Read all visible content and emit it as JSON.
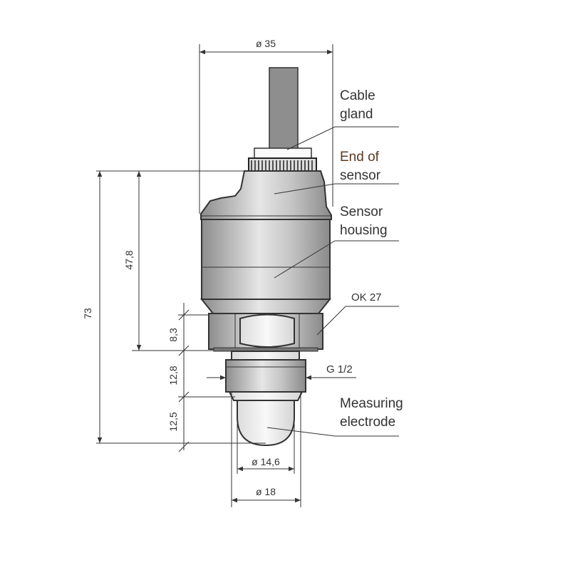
{
  "title": "Sensor dimensional drawing",
  "labels": {
    "cable_gland": [
      "Cable",
      "gland"
    ],
    "end_of_sensor": [
      "End of",
      "sensor"
    ],
    "sensor_housing": [
      "Sensor",
      "housing"
    ],
    "wrench_size": "OK 27",
    "thread": "G 1/2",
    "measuring_electrode": [
      "Measuring",
      "electrode"
    ]
  },
  "dimensions": {
    "housing_diameter": "ø 35",
    "total_length": "73",
    "housing_length": "47,8",
    "hex_height": "8,3",
    "thread_length": "12,8",
    "electrode_length": "12,5",
    "electrode_diameter": "ø 14,6",
    "thread_diameter": "ø 18"
  },
  "colors": {
    "accent_text": "#8a4a1a",
    "metal": "#b9b9b9",
    "line": "#333333"
  }
}
